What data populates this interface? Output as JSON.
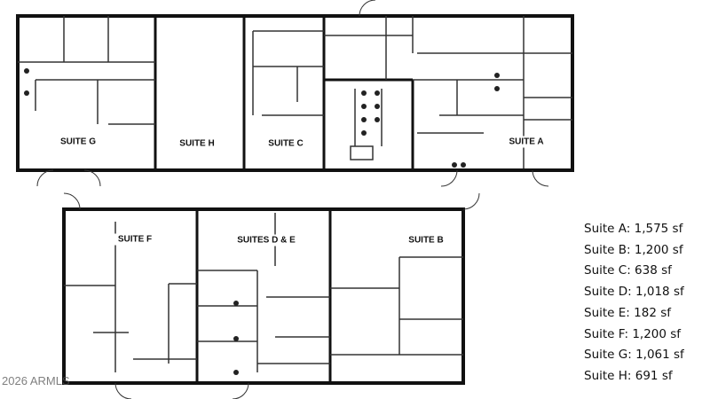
{
  "plan": {
    "suite_labels": {
      "g": "SUITE G",
      "h": "SUITE H",
      "c": "SUITE C",
      "a": "SUITE A",
      "f": "SUITE F",
      "de": "SUITES D & E",
      "b": "SUITE B"
    }
  },
  "legend": [
    "Suite A: 1,575 sf",
    "Suite B: 1,200 sf",
    "Suite C: 638 sf",
    "Suite D: 1,018 sf",
    "Suite E: 182 sf",
    "Suite F: 1,200 sf",
    "Suite G: 1,061 sf",
    "Suite H: 691 sf"
  ],
  "watermark": "2026 ARMLS"
}
